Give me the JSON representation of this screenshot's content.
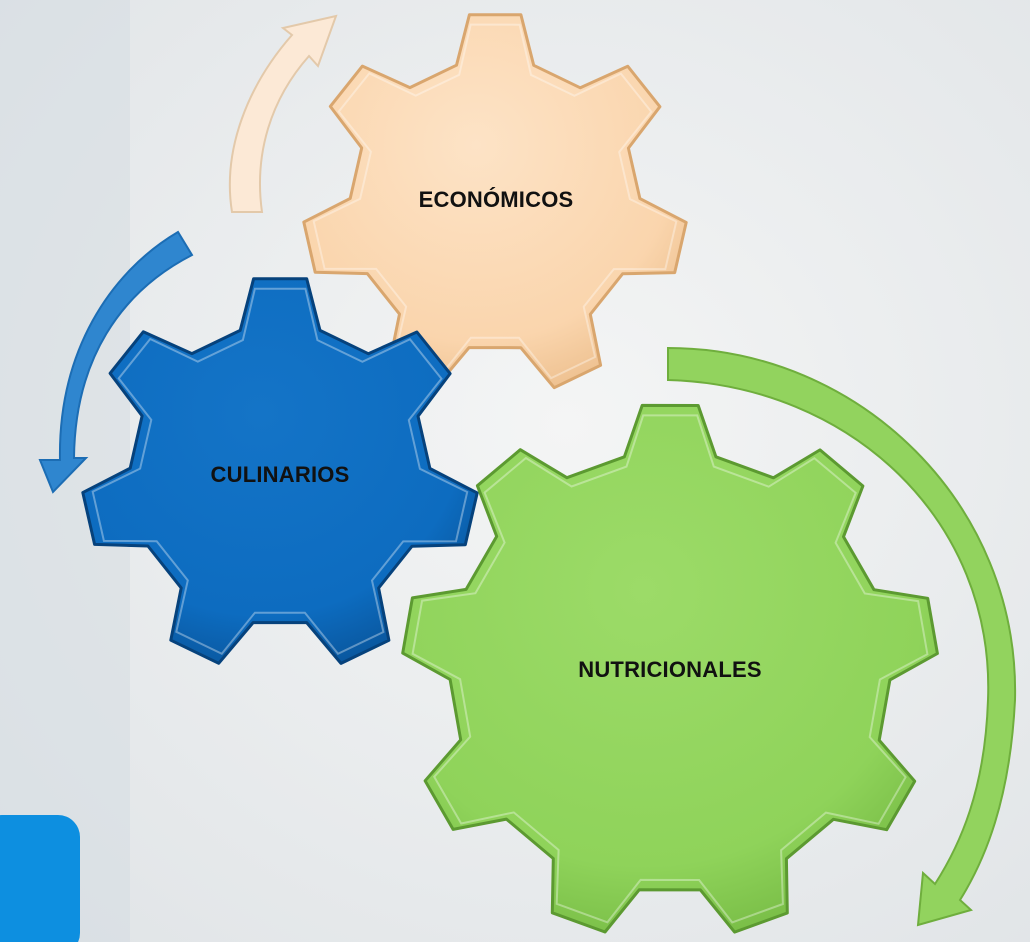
{
  "gears": [
    {
      "id": "economicos",
      "label": "ECONÓMICOS",
      "color": "#fad5ad"
    },
    {
      "id": "culinarios",
      "label": "CULINARIOS",
      "color": "#0d6cc0"
    },
    {
      "id": "nutricionales",
      "label": "NUTRICIONALES",
      "color": "#8fd35a"
    }
  ],
  "arrows": [
    {
      "id": "arrow-economicos",
      "color": "#fce9d6"
    },
    {
      "id": "arrow-culinarios",
      "color": "#2f86cf"
    },
    {
      "id": "arrow-nutricionales",
      "color": "#92d35e"
    }
  ]
}
